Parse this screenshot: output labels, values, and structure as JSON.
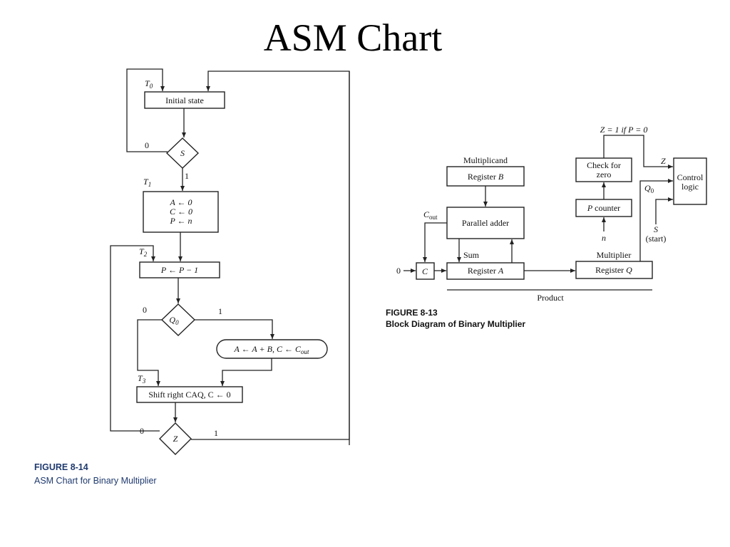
{
  "title": "ASM Chart",
  "asm_chart": {
    "states": {
      "t0": "T",
      "t1": "T",
      "t2": "T",
      "t3": "T",
      "sub0": "0",
      "sub1": "1",
      "sub2": "2",
      "sub3": "3"
    },
    "boxes": {
      "initial": "Initial state",
      "init_a": "A ← 0",
      "init_c": "C ← 0",
      "init_p": "P ← n",
      "decrement": "P ← P − 1",
      "add": "A ← A + B, C ← C",
      "add_sub": "out",
      "shift": "Shift right CAQ, C ← 0"
    },
    "decisions": {
      "s": "S",
      "q0": "Q",
      "q0_sub": "0",
      "z": "Z"
    },
    "branch_labels": {
      "zero": "0",
      "one": "1"
    },
    "figure_number": "FIGURE 8-14",
    "figure_caption": "ASM Chart for Binary Multiplier"
  },
  "block_diagram": {
    "multiplicand": "Multiplicand",
    "register_b": "Register B",
    "parallel_adder": "Parallel adder",
    "cout": "C",
    "cout_sub": "out",
    "sum": "Sum",
    "zero_in": "0",
    "c_reg": "C",
    "register_a": "Register A",
    "multiplier": "Multiplier",
    "register_q": "Register Q",
    "product": "Product",
    "check_zero_1": "Check for",
    "check_zero_2": "zero",
    "p_counter": "P counter",
    "n_input": "n",
    "z_condition": "Z = 1 if P = 0",
    "z_label": "Z",
    "q0_label": "Q",
    "q0_sub": "0",
    "control_1": "Control",
    "control_2": "logic",
    "s_label": "S",
    "start": "(start)",
    "figure_number": "FIGURE 8-13",
    "figure_caption": "Block Diagram of Binary Multiplier"
  }
}
